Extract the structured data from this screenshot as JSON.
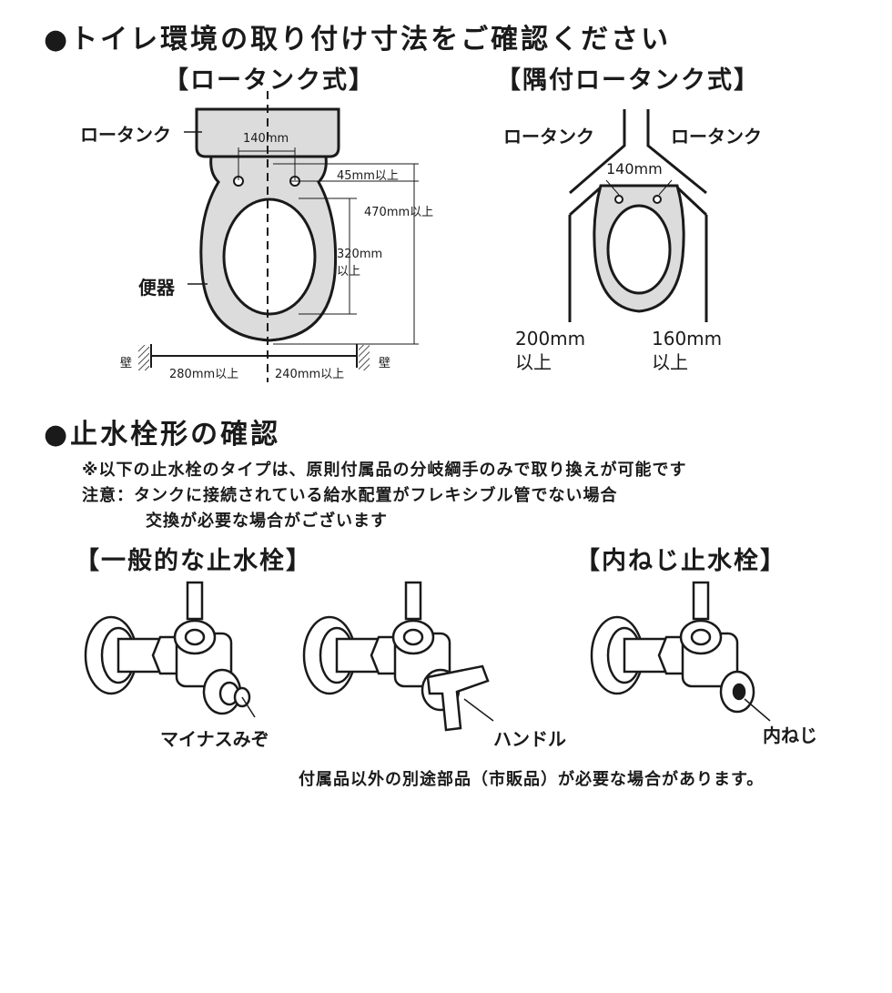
{
  "section1": {
    "title": "●トイレ環境の取り付け寸法をご確認ください"
  },
  "low_tank": {
    "heading": "【ロータンク式】",
    "tank_label": "ロータンク",
    "bowl_label": "便器",
    "dim_140": "140mm",
    "dim_45": "45mm以上",
    "dim_470": "470mm以上",
    "dim_320_a": "320mm",
    "dim_320_b": "以上",
    "wall_left": "壁",
    "wall_right": "壁",
    "dim_280": "280mm以上",
    "dim_240": "240mm以上"
  },
  "corner_tank": {
    "heading": "【隅付ロータンク式】",
    "tank_left": "ロータンク",
    "tank_right": "ロータンク",
    "dim_140": "140mm",
    "dim_200_a": "200mm",
    "dim_200_b": "以上",
    "dim_160_a": "160mm",
    "dim_160_b": "以上"
  },
  "section2": {
    "title": "●止水栓形の確認",
    "note1": "※以下の止水栓のタイプは、原則付属品の分岐綱手のみで取り換えが可能です",
    "note2": "注意：タンクに接続されている給水配置がフレキシブル管でない場合",
    "note3": "交換が必要な場合がございます"
  },
  "valves": {
    "general_heading": "【一般的な止水栓】",
    "inner_heading": "【内ねじ止水栓】",
    "label_minus": "マイナスみぞ",
    "label_handle": "ハンドル",
    "label_inner": "内ねじ"
  },
  "footer": {
    "note": "付属品以外の別途部品（市販品）が必要な場合があります。"
  }
}
